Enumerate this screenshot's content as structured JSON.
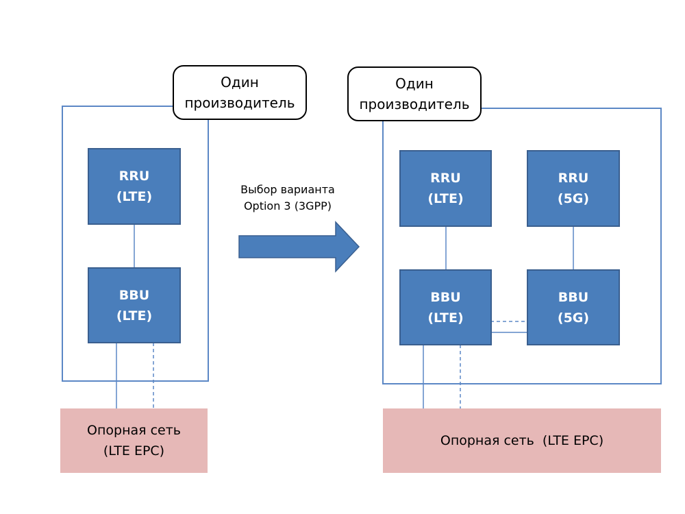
{
  "left": {
    "vendor_line1": "Один",
    "vendor_line2": "производитель",
    "rru_line1": "RRU",
    "rru_line2": "(LTE)",
    "bbu_line1": "BBU",
    "bbu_line2": "(LTE)",
    "core_line1": "Опорная сеть",
    "core_line2": "(LTE EPC)"
  },
  "arrow": {
    "line1": "Выбор варианта",
    "line2": "Option 3 (3GPP)"
  },
  "right": {
    "vendor_line1": "Один",
    "vendor_line2": "производитель",
    "rru_lte_line1": "RRU",
    "rru_lte_line2": "(LTE)",
    "rru_5g_line1": "RRU",
    "rru_5g_line2": "(5G)",
    "bbu_lte_line1": "BBU",
    "bbu_lte_line2": "(LTE)",
    "bbu_5g_line1": "BBU",
    "bbu_5g_line2": "(5G)",
    "core": "Опорная сеть  (LTE EPC)"
  },
  "colors": {
    "block_fill": "#4a7ebb",
    "frame": "#5b87c5",
    "core_fill": "#e6b8b7",
    "arrow_fill": "#4a7ebb"
  }
}
